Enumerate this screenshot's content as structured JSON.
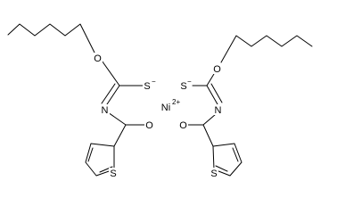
{
  "diagram": {
    "type": "chemical-structure",
    "atoms": {
      "o_left": "O",
      "s_left": "S",
      "s_left_charge": "−",
      "n_left": "N",
      "o_carbonyl_left": "O",
      "ni": "Ni",
      "ni_charge": "2+",
      "o_right": "O",
      "s_right": "S",
      "s_right_charge": "−",
      "n_right": "N",
      "o_carbonyl_right": "O",
      "s_thiophene_left": "S",
      "s_thiophene_right": "S"
    },
    "colors": {
      "ink": "#000000",
      "background": "#ffffff"
    }
  }
}
